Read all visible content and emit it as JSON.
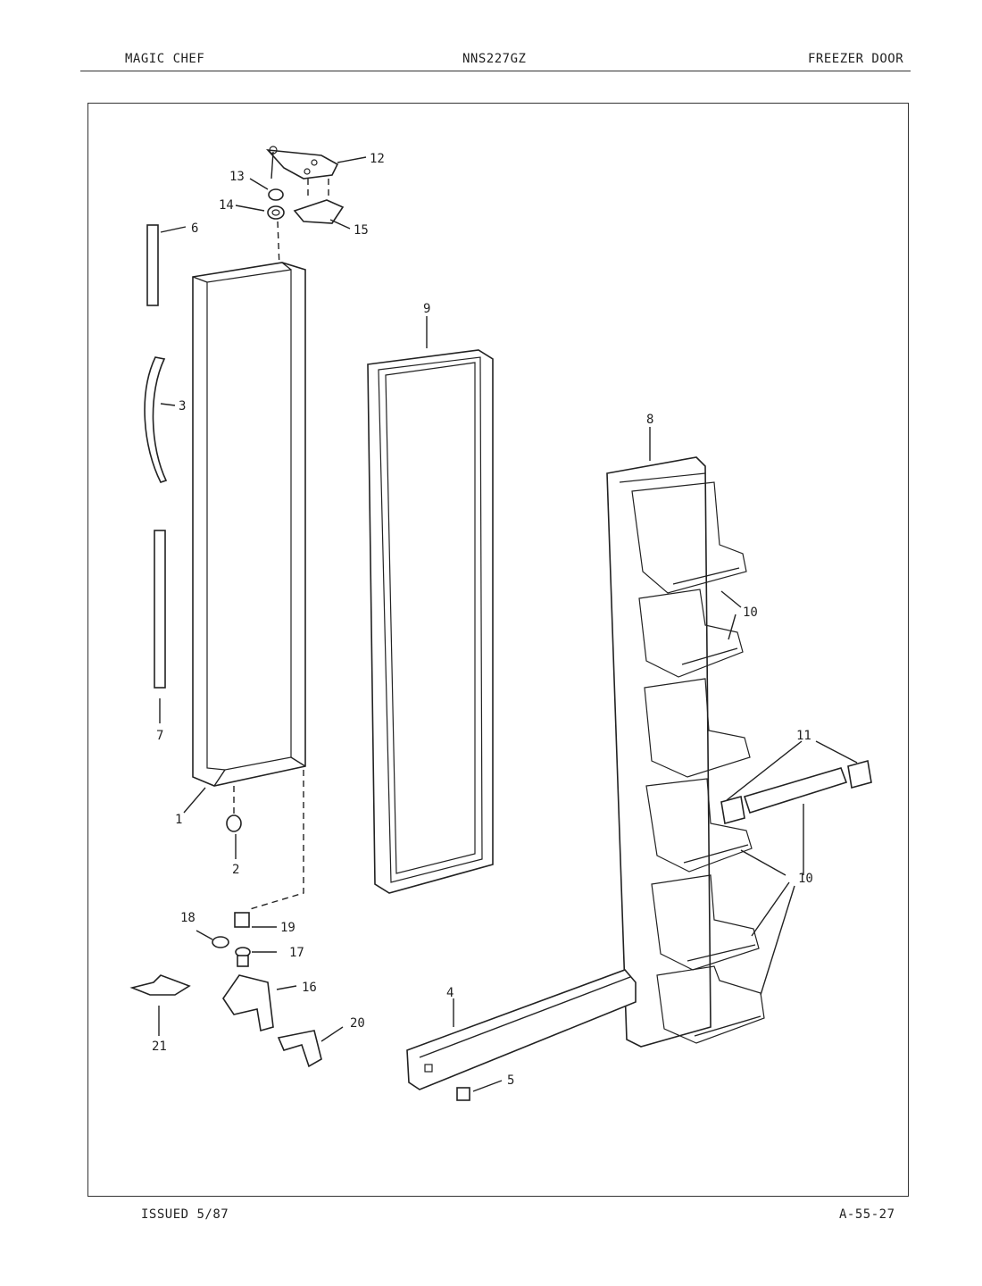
{
  "header": {
    "brand": "MAGIC CHEF",
    "model": "NNS227GZ",
    "section": "FREEZER DOOR"
  },
  "footer": {
    "issued": "ISSUED 5/87",
    "code": "A-55-27"
  },
  "callouts": {
    "c1": "1",
    "c2": "2",
    "c3": "3",
    "c4": "4",
    "c5": "5",
    "c6": "6",
    "c7": "7",
    "c8": "8",
    "c9": "9",
    "c10a": "10",
    "c10b": "10",
    "c11": "11",
    "c12": "12",
    "c13": "13",
    "c14": "14",
    "c15": "15",
    "c16": "16",
    "c17": "17",
    "c18": "18",
    "c19": "19",
    "c20": "20",
    "c21": "21"
  }
}
